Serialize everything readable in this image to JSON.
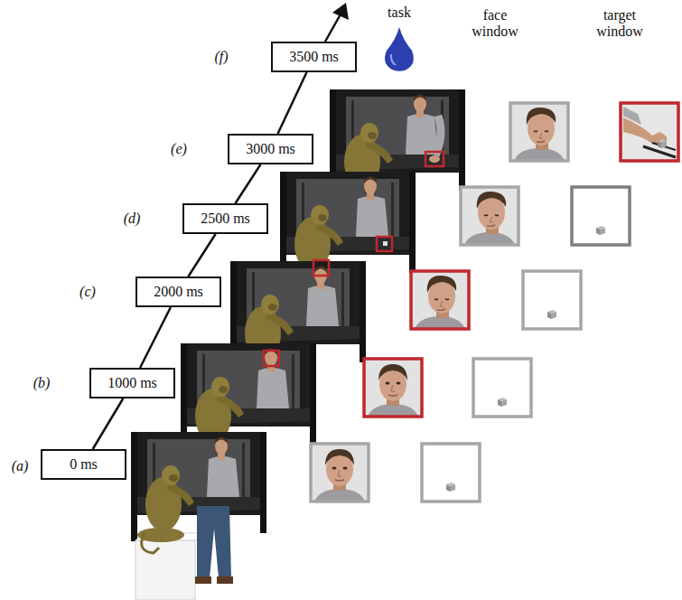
{
  "diagram": {
    "nodes": [
      {
        "text": [
          "0 ms"
        ]
      },
      {
        "text": [
          "1000 ms"
        ]
      },
      {
        "text": [
          "2000 ms"
        ]
      },
      {
        "text": [
          "2500 ms"
        ]
      },
      {
        "text": [
          "3000 ms"
        ]
      },
      {
        "text": [
          "3500 ms"
        ]
      }
    ],
    "edges": [
      {
        "from": 0,
        "to": 1,
        "arrow": "none"
      },
      {
        "from": 1,
        "to": 2,
        "arrow": "none"
      },
      {
        "from": 2,
        "to": 3,
        "arrow": "none"
      },
      {
        "from": 3,
        "to": 4,
        "arrow": "none"
      },
      {
        "from": 4,
        "to": 5,
        "arrow": "none"
      }
    ],
    "labels": [
      "task",
      "face window",
      "target window",
      "(a)",
      "(b)",
      "(c)",
      "(d)",
      "(e)",
      "(f)"
    ]
  }
}
